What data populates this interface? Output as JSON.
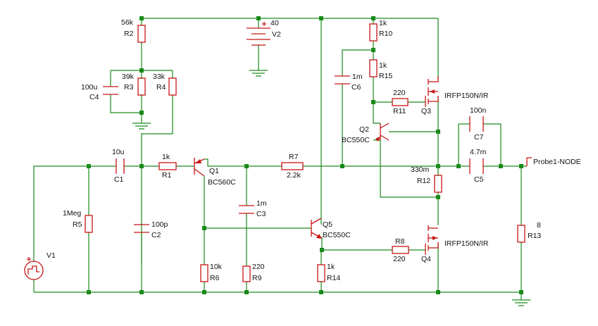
{
  "components": {
    "R2": {
      "ref": "R2",
      "value": "56k"
    },
    "R3": {
      "ref": "R3",
      "value": "39k"
    },
    "R4": {
      "ref": "R4",
      "value": "33k"
    },
    "C4": {
      "ref": "C4",
      "value": "100u"
    },
    "V2": {
      "ref": "V2",
      "value": "40"
    },
    "R10": {
      "ref": "R10",
      "value": "1k"
    },
    "R15": {
      "ref": "R15",
      "value": "1k"
    },
    "C6": {
      "ref": "C6",
      "value": "1m"
    },
    "R11": {
      "ref": "R11",
      "value": "220"
    },
    "Q3": {
      "ref": "Q3",
      "value": "IRFP150N/IR"
    },
    "Q2": {
      "ref": "Q2",
      "value": "BC550C"
    },
    "C7": {
      "ref": "C7",
      "value": "100n"
    },
    "C5": {
      "ref": "C5",
      "value": "4.7m"
    },
    "C1": {
      "ref": "C1",
      "value": "10u"
    },
    "R1": {
      "ref": "R1",
      "value": "1k"
    },
    "Q1": {
      "ref": "Q1",
      "value": "BC560C"
    },
    "R7": {
      "ref": "R7",
      "value": "2.2k"
    },
    "R12": {
      "ref": "R12",
      "value": "330m"
    },
    "R5": {
      "ref": "R5",
      "value": "1Meg"
    },
    "V1": {
      "ref": "V1",
      "value": ""
    },
    "C3": {
      "ref": "C3",
      "value": "1m"
    },
    "C2": {
      "ref": "C2",
      "value": "100p"
    },
    "Q5": {
      "ref": "Q5",
      "value": "BC550C"
    },
    "R8": {
      "ref": "R8",
      "value": "220"
    },
    "Q4": {
      "ref": "Q4",
      "value": "IRFP150N/IR"
    },
    "R13": {
      "ref": "R13",
      "value": "8"
    },
    "R6": {
      "ref": "R6",
      "value": "10k"
    },
    "R9": {
      "ref": "R9",
      "value": "220"
    },
    "R14": {
      "ref": "R14",
      "value": "1k"
    }
  },
  "probe": {
    "label": "Probe1-NODE"
  },
  "colors": {
    "wire": "#1a8a1a",
    "component": "#c81414",
    "text": "#111111"
  }
}
